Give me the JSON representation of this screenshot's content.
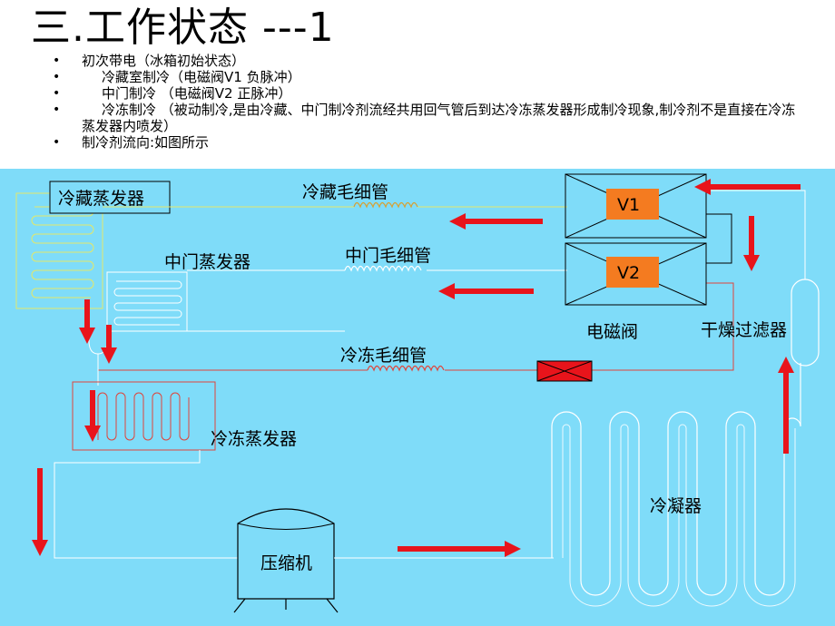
{
  "title": "三.工作状态 ---1",
  "bullets": [
    "初次带电（冰箱初始状态）",
    "冷藏室制冷（电磁阀V1  负脉冲）",
    "中门制冷  （电磁阀V2  正脉冲）",
    "冷冻制冷  （被动制冷,是由冷藏、中门制冷剂流经共用回气管后到达冷冻蒸发器形成制冷现象,制冷剂不是直接在冷冻蒸发器内喷发）",
    "制冷剂流向:如图所示"
  ],
  "labels": {
    "fridge_evaporator": "冷藏蒸发器",
    "fridge_capillary": "冷藏毛细管",
    "middle_evaporator": "中门蒸发器",
    "middle_capillary": "中门毛细管",
    "freezer_capillary": "冷冻毛细管",
    "freezer_evaporator": "冷冻蒸发器",
    "solenoid_valve": "电磁阀",
    "dryer_filter": "干燥过滤器",
    "condenser": "冷凝器",
    "compressor": "压缩机",
    "valve_v1": "V1",
    "valve_v2": "V2"
  },
  "colors": {
    "panel_bg": "#7fdcf9",
    "arrow_red": "#e8141b",
    "valve_orange": "#f47b20",
    "fridge_line": "#e3e86a",
    "freezer_line": "#e0443a"
  }
}
